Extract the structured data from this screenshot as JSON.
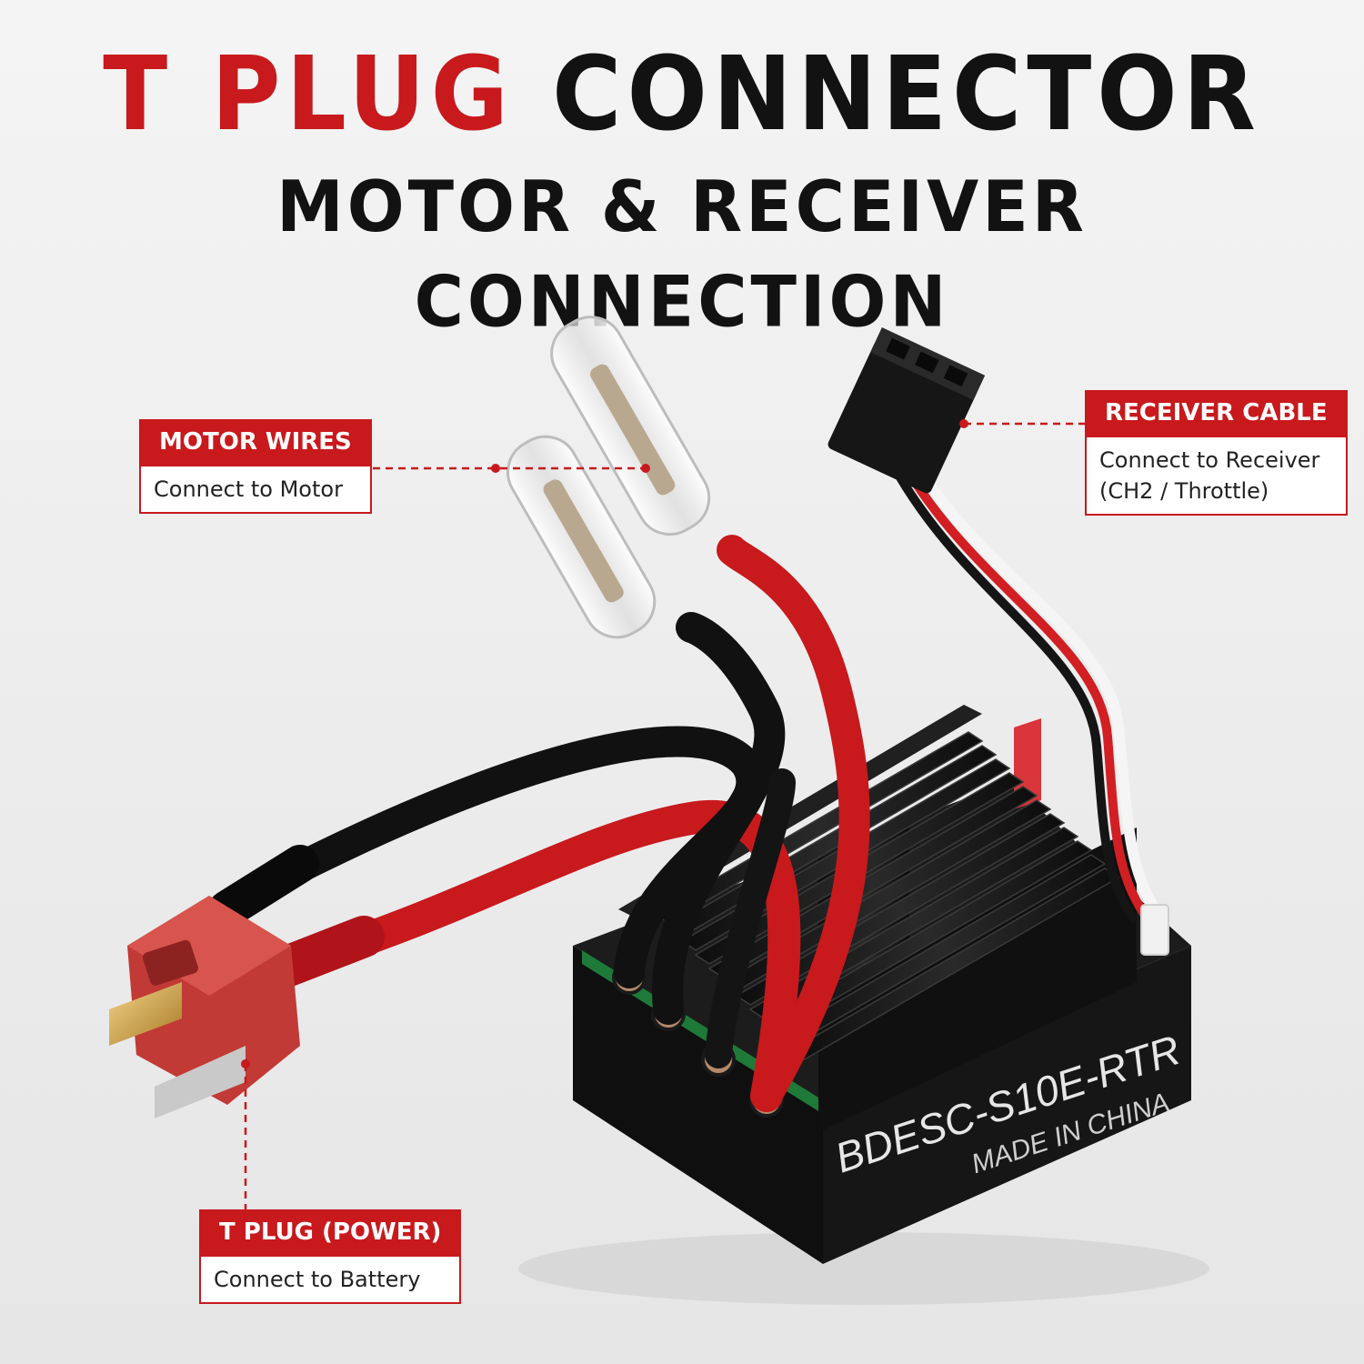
{
  "headline": {
    "title_red": "T PLUG",
    "title_black": "CONNECTOR",
    "subtitle": "MOTOR & RECEIVER CONNECTION"
  },
  "callouts": {
    "motor": {
      "title": "MOTOR WIRES",
      "line1": "Connect to Motor"
    },
    "receiver": {
      "title": "RECEIVER CABLE",
      "line1": "Connect to Receiver",
      "line2": "(CH2 / Throttle)"
    },
    "tplug": {
      "title": "T PLUG (POWER)",
      "line1": "Connect to Battery"
    }
  },
  "product": {
    "model_label": "BDESC-S10E-RTR",
    "origin_label": "MADE IN CHINA"
  },
  "colors": {
    "accent_red": "#c8191d",
    "heatsink_black": "#151515",
    "plug_red": "#c23a35",
    "gold_pin": "#d4a94a"
  }
}
